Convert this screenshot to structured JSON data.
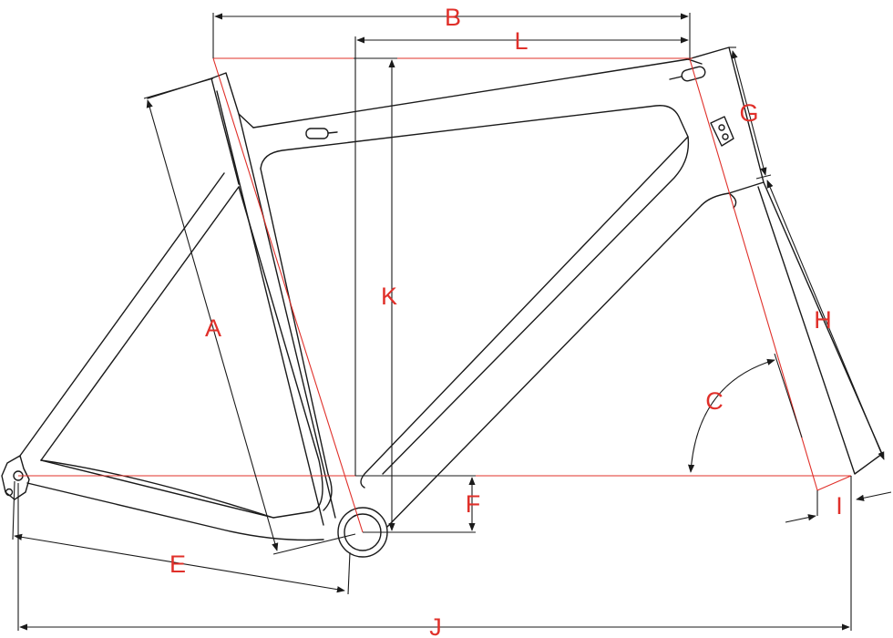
{
  "colors": {
    "frame": "#1a1a1a",
    "dimension_line": "#1a1a1a",
    "reference_line": "#e0302a",
    "label": "#e0302a"
  },
  "labels": {
    "A": "A",
    "B": "B",
    "C": "C",
    "E": "E",
    "F": "F",
    "G": "G",
    "H": "H",
    "I": "I",
    "J": "J",
    "K": "K",
    "L": "L"
  }
}
